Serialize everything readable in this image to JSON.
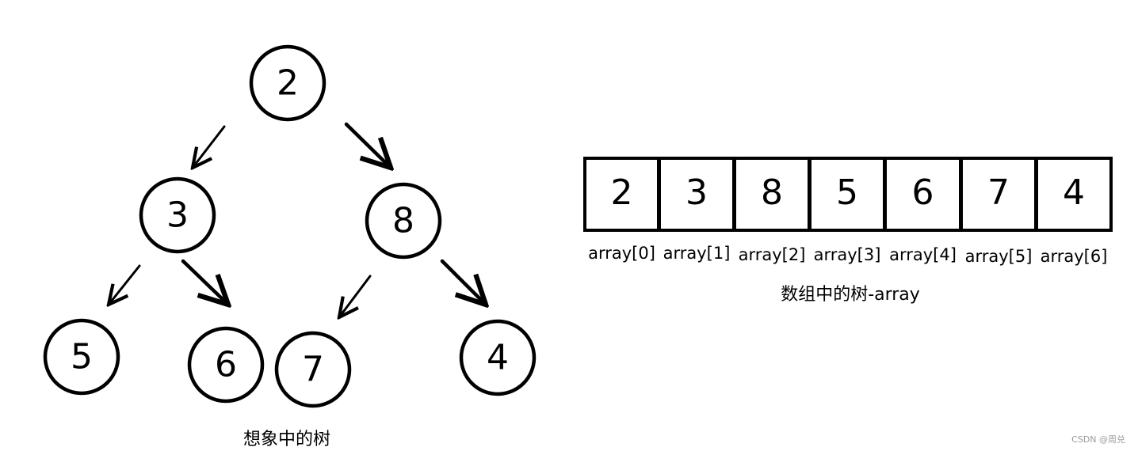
{
  "tree": {
    "caption": "想象中的树",
    "nodes": [
      {
        "id": "n2",
        "label": "2"
      },
      {
        "id": "n3",
        "label": "3"
      },
      {
        "id": "n8",
        "label": "8"
      },
      {
        "id": "n5",
        "label": "5"
      },
      {
        "id": "n6",
        "label": "6"
      },
      {
        "id": "n7",
        "label": "7"
      },
      {
        "id": "n4",
        "label": "4"
      }
    ],
    "edges": [
      {
        "from": "n2",
        "to": "n3"
      },
      {
        "from": "n2",
        "to": "n8"
      },
      {
        "from": "n3",
        "to": "n5"
      },
      {
        "from": "n3",
        "to": "n6"
      },
      {
        "from": "n8",
        "to": "n7"
      },
      {
        "from": "n8",
        "to": "n4"
      }
    ]
  },
  "array": {
    "caption": "数组中的树-array",
    "cells": [
      {
        "value": "2",
        "index_label": "array[0]"
      },
      {
        "value": "3",
        "index_label": "array[1]"
      },
      {
        "value": "8",
        "index_label": "array[2]"
      },
      {
        "value": "5",
        "index_label": "array[3]"
      },
      {
        "value": "6",
        "index_label": "array[4]"
      },
      {
        "value": "7",
        "index_label": "array[5]"
      },
      {
        "value": "4",
        "index_label": "array[6]"
      }
    ]
  },
  "watermark": "CSDN @周兑"
}
